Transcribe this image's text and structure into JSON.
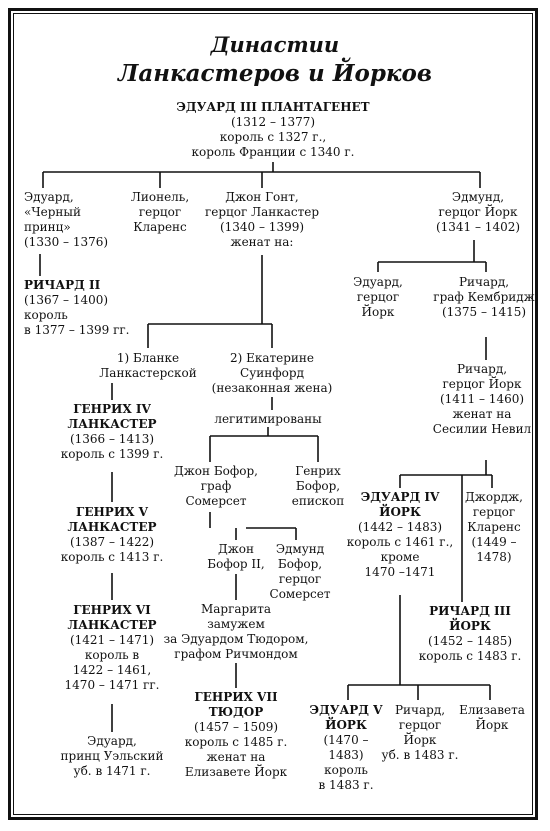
{
  "title": {
    "line1": "Династии",
    "line2": "Ланкастеров и Йорков"
  },
  "people": {
    "edward3": [
      "ЭДУАРД III ПЛАНТАГЕНЕТ",
      "(1312 – 1377)",
      "король с 1327 г.,",
      "король Франции с 1340 г."
    ],
    "edward_black_prince": [
      "Эдуард,",
      "«Черный",
      "принц»",
      "(1330 – 1376)"
    ],
    "lionel": [
      "Лионель,",
      "герцог",
      "Кларенс"
    ],
    "john_gaunt": [
      "Джон Гонт,",
      "герцог Ланкастер",
      "(1340 – 1399)",
      "женат на:"
    ],
    "edmund": [
      "Эдмунд,",
      "герцог Йорк",
      "(1341 – 1402)"
    ],
    "richard2": [
      "РИЧАРД II",
      "(1367 – 1400)",
      "король",
      "в 1377 – 1399 гг."
    ],
    "edward_york": [
      "Эдуард,",
      "герцог",
      "Йорк"
    ],
    "richard_cambridge": [
      "Ричард,",
      "граф Кембридж",
      "(1375 – 1415)"
    ],
    "blanche": [
      "1) Бланке",
      "Ланкастерской"
    ],
    "katherine": [
      "2) Екатерине",
      "Суинфорд",
      "(незаконная жена)"
    ],
    "legitimized": [
      "легитимированы"
    ],
    "richard_york": [
      "Ричард,",
      "герцог Йорк",
      "(1411 – 1460)",
      "женат на",
      "Сесилии Невил"
    ],
    "henry4": [
      "ГЕНРИХ IV",
      "ЛАНКАСТЕР",
      "(1366 – 1413)",
      "король с 1399 г."
    ],
    "john_beaufort_somerset": [
      "Джон Бофор,",
      "граф",
      "Сомерсет"
    ],
    "henry_beaufort": [
      "Генрих",
      "Бофор,",
      "епископ"
    ],
    "edward4": [
      "ЭДУАРД IV",
      "ЙОРК",
      "(1442 – 1483)",
      "король с 1461 г.,",
      "кроме",
      "1470 –1471"
    ],
    "george": [
      "Джордж,",
      "герцог",
      "Кларенс",
      "(1449 –",
      "1478)"
    ],
    "henry5": [
      "ГЕНРИХ V",
      "ЛАНКАСТЕР",
      "(1387 – 1422)",
      "король с 1413 г."
    ],
    "john_beaufort2": [
      "Джон",
      "Бофор II,"
    ],
    "edmund_beaufort": [
      "Эдмунд",
      "Бофор,",
      "герцог",
      "Сомерсет"
    ],
    "margaret": [
      "Маргарита",
      "замужем",
      "за Эдуардом Тюдором,",
      "графом Ричмондом"
    ],
    "richard3": [
      "РИЧАРД III",
      "ЙОРК",
      "(1452 – 1485)",
      "король с 1483 г."
    ],
    "henry6": [
      "ГЕНРИХ VI",
      "ЛАНКАСТЕР",
      "(1421 – 1471)",
      "король в",
      "1422 – 1461,",
      "1470 – 1471 гг."
    ],
    "henry7": [
      "ГЕНРИХ VII",
      "ТЮДОР",
      "(1457 – 1509)",
      "король с 1485 г.",
      "женат на",
      "Елизавете Йорк"
    ],
    "edward5": [
      "ЭДУАРД V",
      "ЙОРК",
      "(1470 –",
      "1483)",
      "король",
      "в 1483 г."
    ],
    "richard_young": [
      "Ричард,",
      "герцог",
      "Йорк",
      "уб. в 1483 г."
    ],
    "elizabeth": [
      "Елизавета",
      "Йорк"
    ],
    "edward_prince_wales": [
      "Эдуард,",
      "принц Уэльский",
      "уб. в 1471 г."
    ]
  }
}
